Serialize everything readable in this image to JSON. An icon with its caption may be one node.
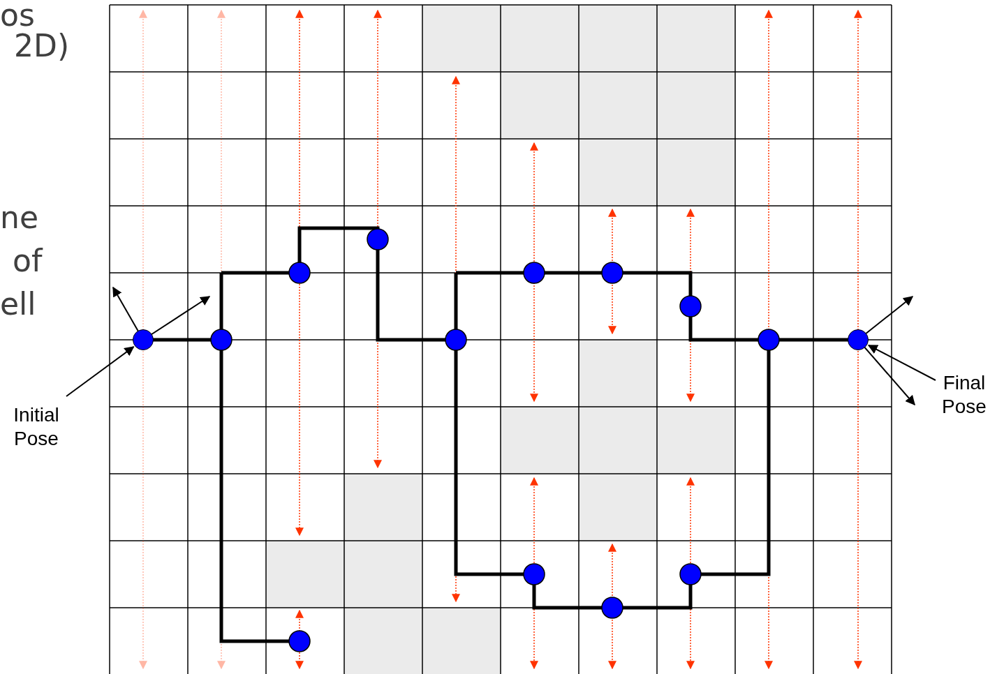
{
  "diagram": {
    "nodes": [
      {
        "text": [
          "Initial Pose"
        ]
      },
      {
        "text": [],
        "shape": "circle"
      },
      {
        "text": [
          "Final Pose"
        ]
      },
      {
        "text": [],
        "shape": "circle"
      }
    ],
    "edges": [
      {
        "from": 0,
        "to": 1,
        "arrow": "to"
      },
      {
        "from": 2,
        "to": 3,
        "arrow": "to"
      }
    ],
    "labels": [
      "os",
      "2D)",
      "ne",
      "of",
      "ell"
    ]
  }
}
